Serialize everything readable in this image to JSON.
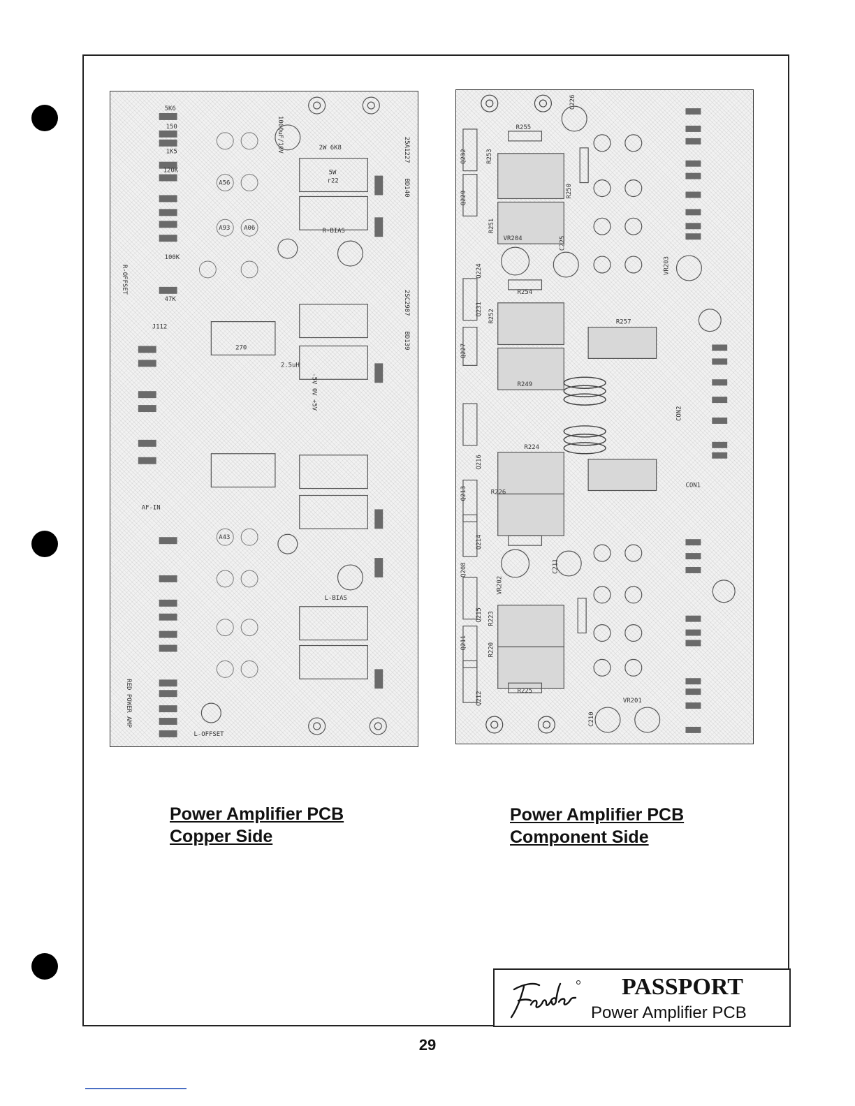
{
  "captions": {
    "copper": {
      "line1": "Power Amplifier PCB",
      "line2": "Copper Side"
    },
    "component": {
      "line1": "Power Amplifier PCB",
      "line2": "Component Side"
    }
  },
  "titlebox": {
    "title": "PASSPORT",
    "subtitle": "Power Amplifier PCB",
    "brand": "Fender"
  },
  "page_number": "29",
  "copper_labels": {
    "l1": "5K6",
    "l2": "150",
    "l3": "1K5",
    "l4": "120K",
    "l5": "100K",
    "l6": "47K",
    "l7": "R-OFFSET",
    "l8": "1000uF/10V",
    "l9": "2W 6K8",
    "l10": "25A1227",
    "l11": "BD140",
    "l12": "R-BIAS",
    "l13": "5W",
    "l14": "r22",
    "l15": "270",
    "l16": "L-BIAS",
    "l17": "L-OFFSET",
    "l18": "AF-IN",
    "l19": "RED POWER AMP",
    "l20": "-5V  0V  +5V",
    "l21": "A56",
    "l22": "A06",
    "l23": "A93",
    "l24": "A43",
    "l25": "J112",
    "l26": "2SC2987",
    "l27": "BD139",
    "l28": "2.5uH"
  },
  "component_labels": {
    "c1": "R255",
    "c2": "R253",
    "c3": "R251",
    "c4": "R250",
    "c5": "R254",
    "c6": "R252",
    "c7": "R249",
    "c8": "R257",
    "c9": "R224",
    "c10": "R226",
    "c11": "R225",
    "c12": "R223",
    "c13": "R220",
    "c14": "VR204",
    "c15": "VR202",
    "c16": "VR203",
    "c17": "VR201",
    "c18": "CON1",
    "c19": "CON2",
    "c20": "Q232",
    "c21": "Q229",
    "c22": "Q224",
    "c23": "Q231",
    "c24": "Q227",
    "c25": "Q216",
    "c26": "Q213",
    "c27": "Q214",
    "c28": "Q208",
    "c29": "Q215",
    "c30": "Q211",
    "c31": "Q212",
    "c32": "C226",
    "c33": "C225",
    "c34": "C210",
    "c35": "C211"
  },
  "colors": {
    "ink": "#111111",
    "frame": "#222222",
    "punch": "#000000",
    "link": "#4a6fc4"
  }
}
